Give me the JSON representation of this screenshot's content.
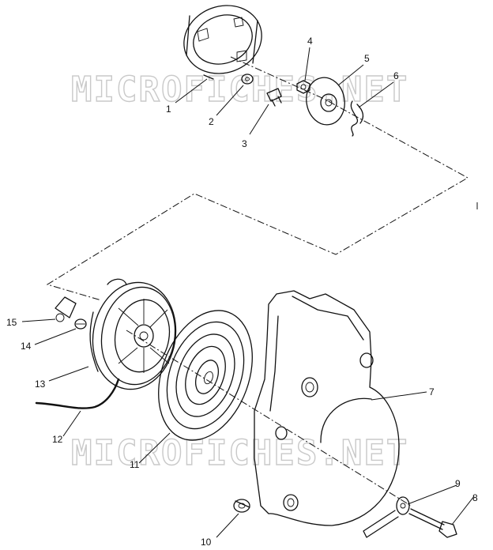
{
  "watermark": {
    "text_top": "MICROFICHES.NET",
    "text_bottom": "MICROFICHES.NET"
  },
  "callouts": [
    "1",
    "2",
    "3",
    "4",
    "5",
    "6",
    "7",
    "8",
    "9",
    "10",
    "11",
    "12",
    "13",
    "14",
    "15"
  ]
}
